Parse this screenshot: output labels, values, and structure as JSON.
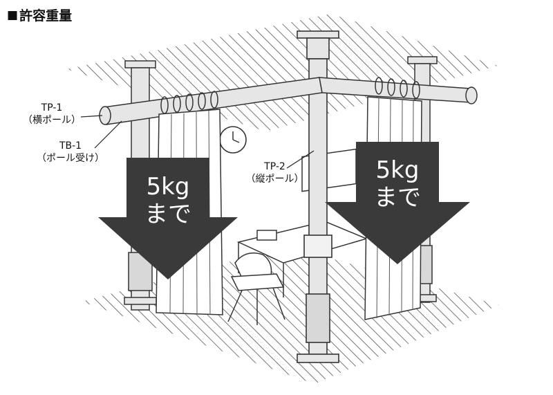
{
  "heading": {
    "marker": "■",
    "text": "許容重量"
  },
  "labels": {
    "tp1_code": "TP-1",
    "tp1_name": "（横ポール）",
    "tb1_code": "TB-1",
    "tb1_name": "（ポール受け）",
    "tp2_code": "TP-2",
    "tp2_name": "（縦ポール）"
  },
  "load_left": {
    "value": "5kg",
    "suffix": "まで"
  },
  "load_right": {
    "value": "5kg",
    "suffix": "まで"
  },
  "colors": {
    "arrow": "#3a3a3a",
    "pole": "#e6e6e6",
    "outline": "#333333",
    "hatch": "#555555"
  }
}
